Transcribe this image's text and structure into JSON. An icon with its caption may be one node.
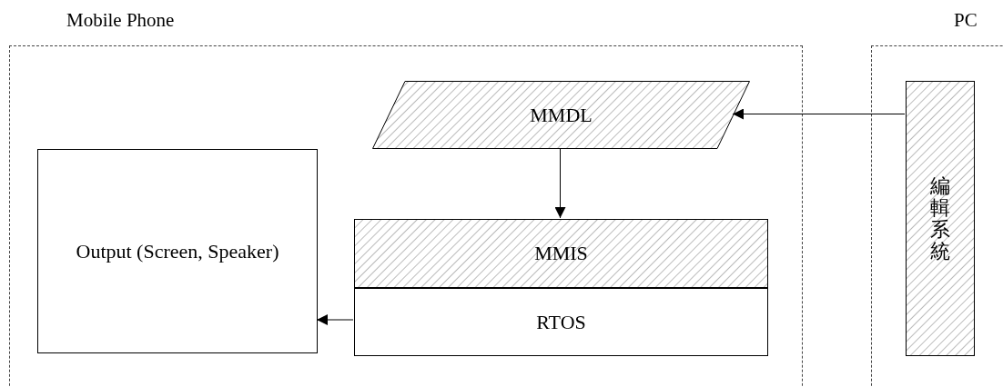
{
  "diagram": {
    "nodes": [
      {
        "text": [
          "Mobile Phone"
        ]
      },
      {
        "text": [
          "PC"
        ]
      },
      {
        "text": [
          "MMDL"
        ],
        "in": 0
      },
      {
        "text": [
          "Output (Screen, Speaker)"
        ],
        "in": 0
      },
      {
        "text": [
          "MMIS"
        ],
        "in": 0
      },
      {
        "text": [
          "RTOS"
        ],
        "in": 0
      },
      {
        "text": [
          "編輯系統"
        ],
        "in": 1
      }
    ],
    "edges": [
      {
        "from": 6,
        "to": 2,
        "arrow": "to"
      },
      {
        "from": 2,
        "to": 4,
        "arrow": "to"
      },
      {
        "from": 5,
        "to": 3,
        "arrow": "to"
      }
    ]
  }
}
